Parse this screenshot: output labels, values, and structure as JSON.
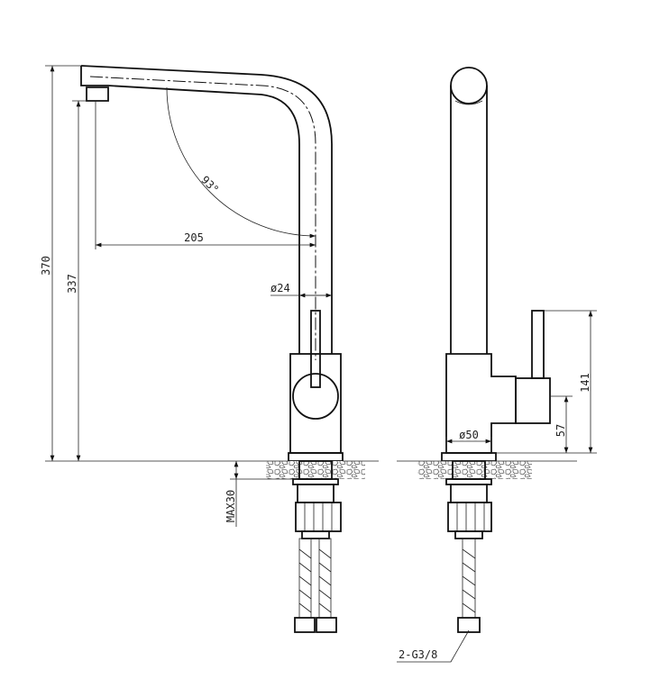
{
  "drawing": {
    "dimensions": {
      "total_height": "370",
      "outlet_height": "337",
      "reach": "205",
      "angle": "93°",
      "spout_diameter": "ø24",
      "base_diameter": "ø50",
      "max_thickness": "MAX30",
      "handle_height": "141",
      "handle_axis_height": "57",
      "connection": "2-G3/8"
    },
    "line_color": "#111111"
  }
}
